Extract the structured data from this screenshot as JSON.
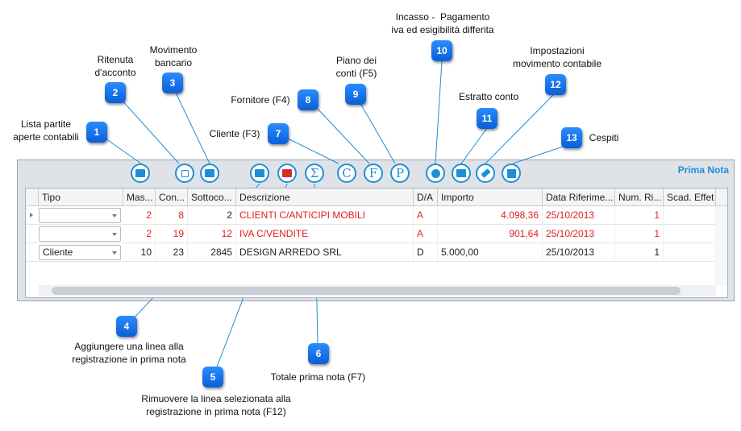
{
  "panel_title": "Prima Nota",
  "callouts": {
    "c1": {
      "num": "1",
      "label": "Lista partite\naperte contabili"
    },
    "c2": {
      "num": "2",
      "label": "Ritenuta\nd'acconto"
    },
    "c3": {
      "num": "3",
      "label": "Movimento\nbancario"
    },
    "c4": {
      "num": "4",
      "label": "Aggiungere una linea alla\nregistrazione in prima nota"
    },
    "c5": {
      "num": "5",
      "label": "Rimuovere la linea selezionata alla\nregistrazione in prima nota (F12)"
    },
    "c6": {
      "num": "6",
      "label": "Totale prima nota (F7)"
    },
    "c7": {
      "num": "7",
      "label": "Cliente (F3)"
    },
    "c8": {
      "num": "8",
      "label": "Fornitore (F4)"
    },
    "c9": {
      "num": "9",
      "label": "Piano dei\nconti (F5)"
    },
    "c10": {
      "num": "10",
      "label": "Incasso -  Pagamento\niva ed esigibilità differita"
    },
    "c11": {
      "num": "11",
      "label": "Estratto conto"
    },
    "c12": {
      "num": "12",
      "label": "Impostazioni\nmovimento contabile"
    },
    "c13": {
      "num": "13",
      "label": "Cespiti"
    }
  },
  "toolbar": {
    "totale": "Σ",
    "cliente": "C",
    "fornitore": "F",
    "piano": "P"
  },
  "grid": {
    "columns": [
      "Tipo",
      "Mas...",
      "Con...",
      "Sottoco...",
      "Descrizione",
      "D/A",
      "Importo",
      "Data Riferime...",
      "Num. Ri...",
      "Scad. Effet"
    ],
    "rows": [
      {
        "tipo": "",
        "mas": "2",
        "con": "8",
        "sottoco": "2",
        "descrizione": "CLIENTI C/ANTICIPI MOBILI",
        "da": "A",
        "importo": "4.098,36",
        "data": "25/10/2013",
        "num": "1",
        "scad": ""
      },
      {
        "tipo": "",
        "mas": "2",
        "con": "19",
        "sottoco": "12",
        "descrizione": "IVA C/VENDITE",
        "da": "A",
        "importo": "901,64",
        "data": "25/10/2013",
        "num": "1",
        "scad": ""
      },
      {
        "tipo": "Cliente",
        "mas": "10",
        "con": "23",
        "sottoco": "2845",
        "descrizione": "DESIGN ARREDO SRL",
        "da": "D",
        "importo": "5.000,00",
        "data": "25/10/2013",
        "num": "1",
        "scad": ""
      }
    ]
  },
  "colors": {
    "accent": "#1e8fd6",
    "callout": "#0a6ee8",
    "error_text": "#e02020"
  }
}
